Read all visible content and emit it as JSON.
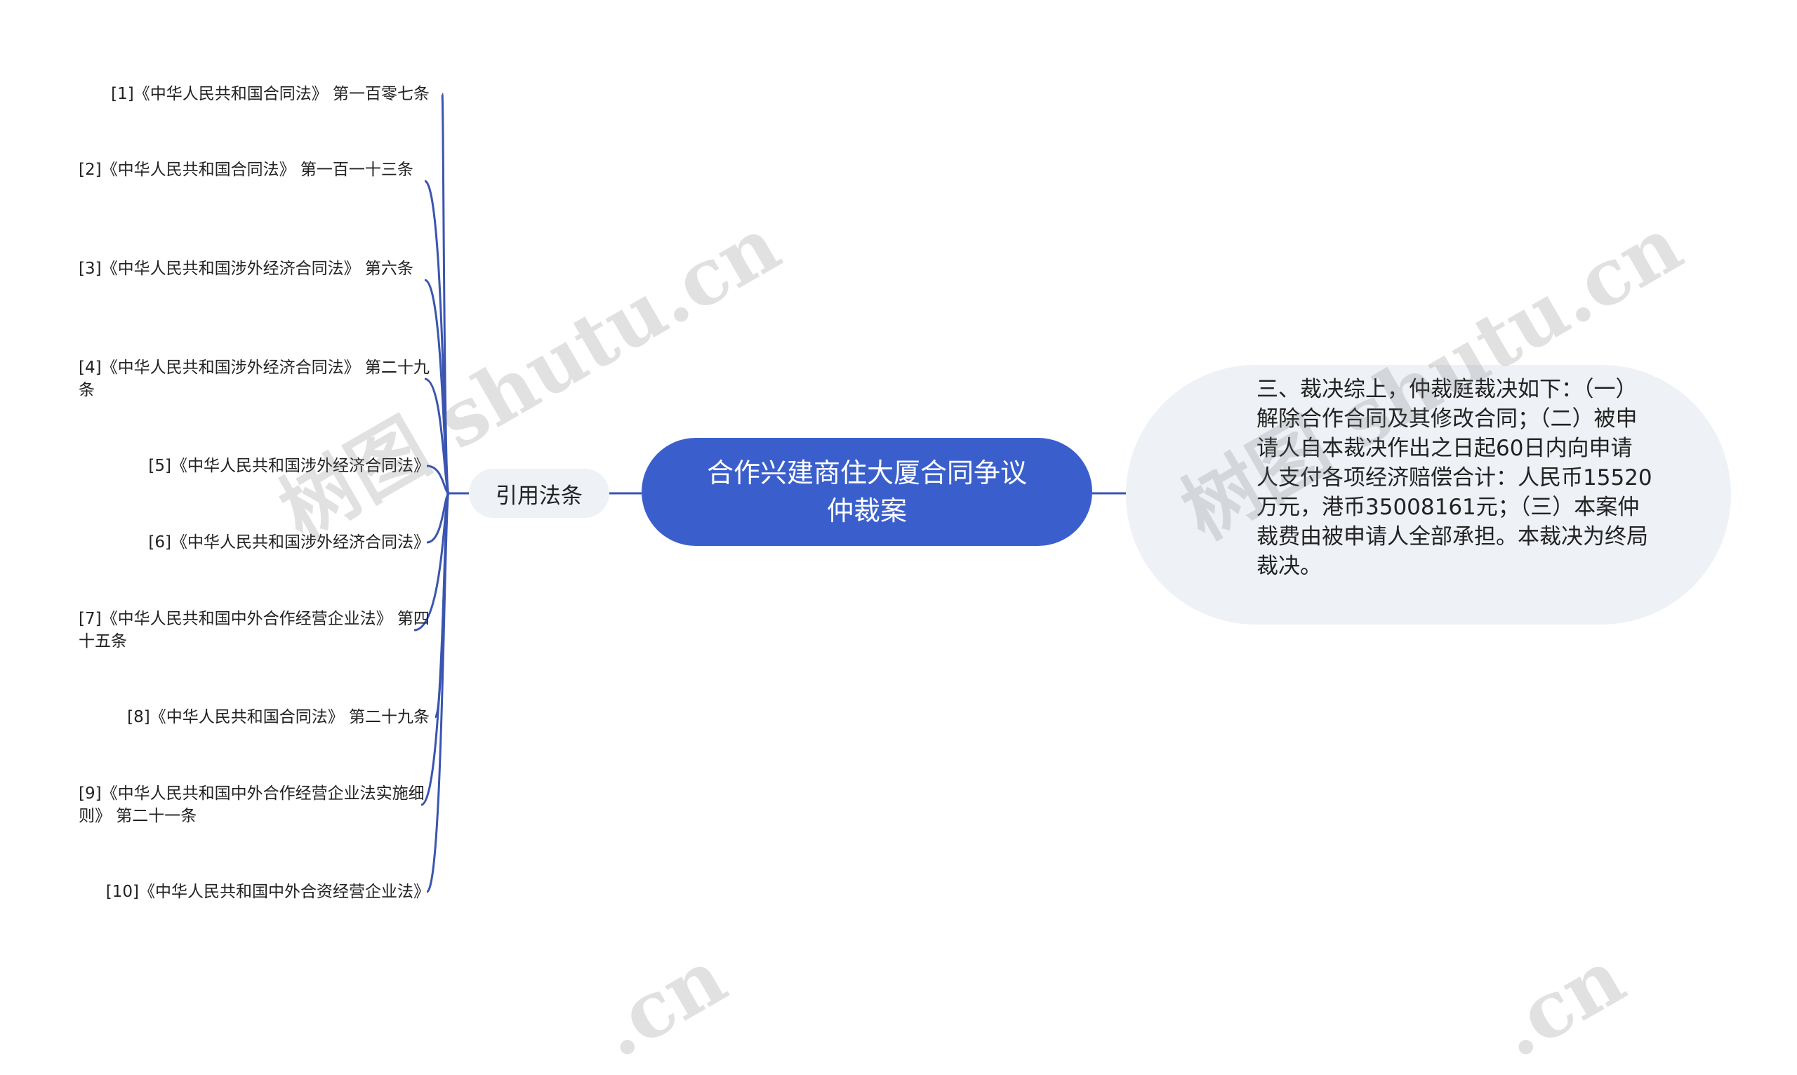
{
  "center": {
    "title": "合作兴建商住大厦合同争议仲裁案"
  },
  "branch": {
    "label": "引用法条"
  },
  "references": [
    "[1]《中华人民共和国合同法》 第一百零七条",
    "[2]《中华人民共和国合同法》 第一百一十三条",
    "[3]《中华人民共和国涉外经济合同法》 第六条",
    "[4]《中华人民共和国涉外经济合同法》 第二十九条",
    "[5]《中华人民共和国涉外经济合同法》",
    "[6]《中华人民共和国涉外经济合同法》",
    "[7]《中华人民共和国中外合作经营企业法》 第四十五条",
    "[8]《中华人民共和国合同法》 第二十九条",
    "[9]《中华人民共和国中外合作经营企业法实施细则》 第二十一条",
    "[10]《中华人民共和国中外合资经营企业法》"
  ],
  "ruling": {
    "text": "三、裁决综上，仲裁庭裁决如下：（一）解除合作合同及其修改合同；（二）被申请人自本裁决作出之日起60日内向申请人支付各项经济赔偿合计：人民币15520万元，港币35008161元；（三）本案仲裁费由被申请人全部承担。本裁决为终局裁决。"
  },
  "watermarks": [
    "树图 shutu.cn",
    "树图 shutu.cn",
    ".cn",
    ".cn"
  ],
  "colors": {
    "center_fill": "#3a5fcd",
    "node_fill": "#eef1f6",
    "line": "#3a55b0"
  }
}
